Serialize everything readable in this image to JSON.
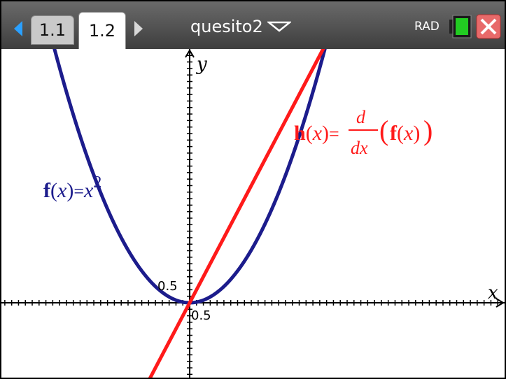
{
  "app": {
    "tabs": [
      {
        "label": "1.1",
        "active": false
      },
      {
        "label": "1.2",
        "active": true
      }
    ],
    "document_title": "quesito2",
    "angle_mode": "RAD",
    "icons": [
      "left-arrow-icon",
      "right-arrow-icon",
      "dropdown-icon",
      "battery-icon",
      "close-icon"
    ],
    "colors": {
      "topbar": "#4a4a4a",
      "accent_close": "#e05050",
      "battery": "#33cc33"
    }
  },
  "graph": {
    "x_axis_label": "x",
    "y_axis_label": "y",
    "x_tick_label": "0.5",
    "y_tick_label": "0.5",
    "x_range": [
      -2.75,
      4.6
    ],
    "y_range": [
      -1.15,
      3.9
    ],
    "tick_step": 0.1,
    "functions": [
      {
        "name": "f",
        "expression": "x^2",
        "color": "#1c1c8c"
      },
      {
        "name": "h",
        "expression": "d/dx(f(x))",
        "color": "#ff1a1a"
      }
    ],
    "labels": {
      "f": {
        "bold": "f",
        "open": "(",
        "var": "x",
        "close": ")",
        "eq": "=",
        "rhs": "x",
        "exp": "2"
      },
      "h": {
        "bold": "h",
        "open": "(",
        "var": "x",
        "close": ")",
        "eq": "=",
        "num": "d",
        "den": "dx",
        "bold_inner": "f",
        "inner_var": "x"
      }
    }
  }
}
